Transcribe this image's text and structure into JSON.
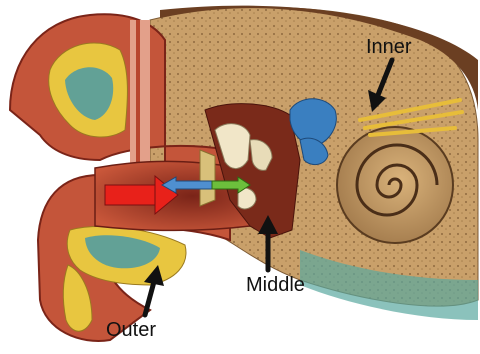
{
  "labels": {
    "inner": "Inner",
    "middle": "Middle",
    "outer": "Outer"
  },
  "colors": {
    "background": "#ffffff",
    "skin": "#b8452e",
    "bone": "#c79b63",
    "cartilage_yellow": "#e8c640",
    "cartilage_blue": "#4a9aa6",
    "cochlea": "#7a5b3c",
    "nerve": "#e7bd3a",
    "red_arrow": "#e8211a",
    "blue_arrow": "#4f8fd0",
    "green_arrow": "#6cbf3c",
    "pointer_arrow": "#111111"
  }
}
